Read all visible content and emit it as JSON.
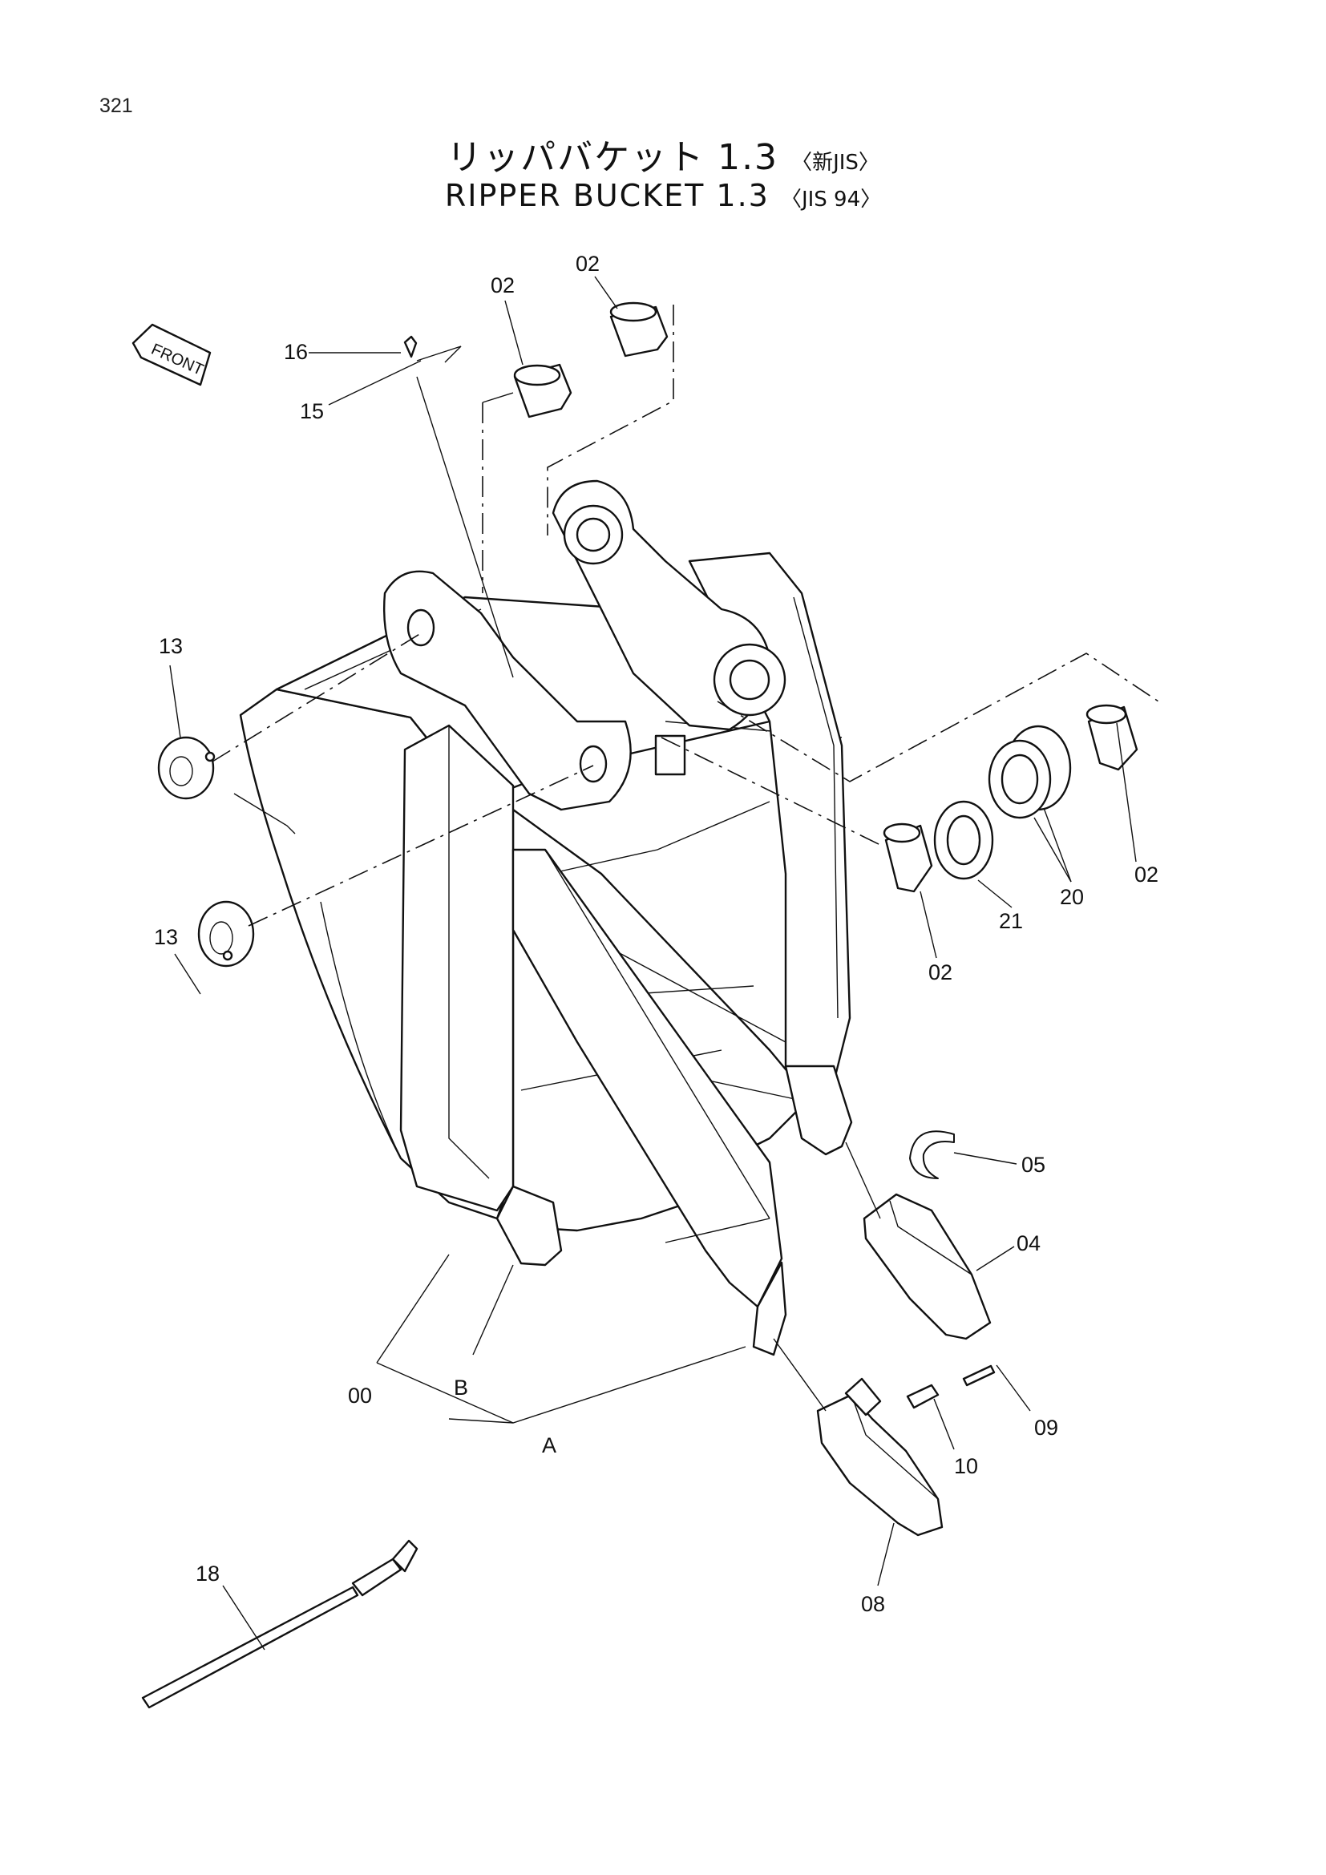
{
  "page": {
    "number": "321",
    "title_jp": "リッパバケット 1.3",
    "title_jp_note": "〈新JIS〉",
    "title_en": "RIPPER BUCKET 1.3",
    "title_en_note": "〈JIS 94〉",
    "front_label": "FRONT"
  },
  "callouts": [
    {
      "id": "c-02a",
      "label": "02"
    },
    {
      "id": "c-02b",
      "label": "02"
    },
    {
      "id": "c-02c",
      "label": "02"
    },
    {
      "id": "c-02d",
      "label": "02"
    },
    {
      "id": "c-16",
      "label": "16"
    },
    {
      "id": "c-15",
      "label": "15"
    },
    {
      "id": "c-13a",
      "label": "13"
    },
    {
      "id": "c-13b",
      "label": "13"
    },
    {
      "id": "c-21",
      "label": "21"
    },
    {
      "id": "c-20",
      "label": "20"
    },
    {
      "id": "c-05",
      "label": "05"
    },
    {
      "id": "c-04",
      "label": "04"
    },
    {
      "id": "c-00",
      "label": "00"
    },
    {
      "id": "c-B",
      "label": "B"
    },
    {
      "id": "c-A",
      "label": "A"
    },
    {
      "id": "c-09",
      "label": "09"
    },
    {
      "id": "c-10",
      "label": "10"
    },
    {
      "id": "c-08",
      "label": "08"
    },
    {
      "id": "c-18",
      "label": "18"
    }
  ]
}
